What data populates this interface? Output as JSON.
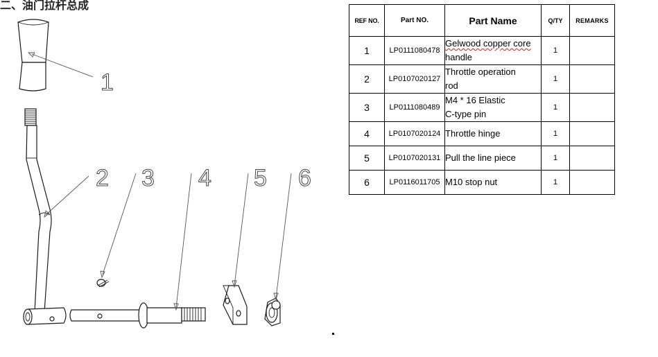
{
  "caption": "二、油门拉杆总成",
  "drawing": {
    "callouts": [
      "1",
      "2",
      "3",
      "4",
      "5",
      "6"
    ]
  },
  "table": {
    "headers": {
      "ref_no": "REF NO.",
      "part_no": "Part NO.",
      "part_name": "Part Name",
      "qty": "Q/TY",
      "remarks": "REMARKS"
    },
    "rows": [
      {
        "ref": "1",
        "part_no": "LP0111080478",
        "name_line1": "Gelwood copper core",
        "name_line2": "handle",
        "qty": "1",
        "remarks": ""
      },
      {
        "ref": "2",
        "part_no": "LP0107020127",
        "name_line1": "Throttle operation",
        "name_line2": "rod",
        "qty": "1",
        "remarks": ""
      },
      {
        "ref": "3",
        "part_no": "LP0111080489",
        "name_line1": "M4 * 16 Elastic",
        "name_line2": "C-type pin",
        "qty": "1",
        "remarks": ""
      },
      {
        "ref": "4",
        "part_no": "LP0107020124",
        "name_line1": "Throttle hinge",
        "name_line2": "",
        "qty": "1",
        "remarks": ""
      },
      {
        "ref": "5",
        "part_no": "LP0107020131",
        "name_line1": "Pull the line piece",
        "name_line2": "",
        "qty": "1",
        "remarks": ""
      },
      {
        "ref": "6",
        "part_no": "LP0116011705",
        "name_line1": "M10 stop nut",
        "name_line2": "",
        "qty": "1",
        "remarks": ""
      }
    ]
  }
}
